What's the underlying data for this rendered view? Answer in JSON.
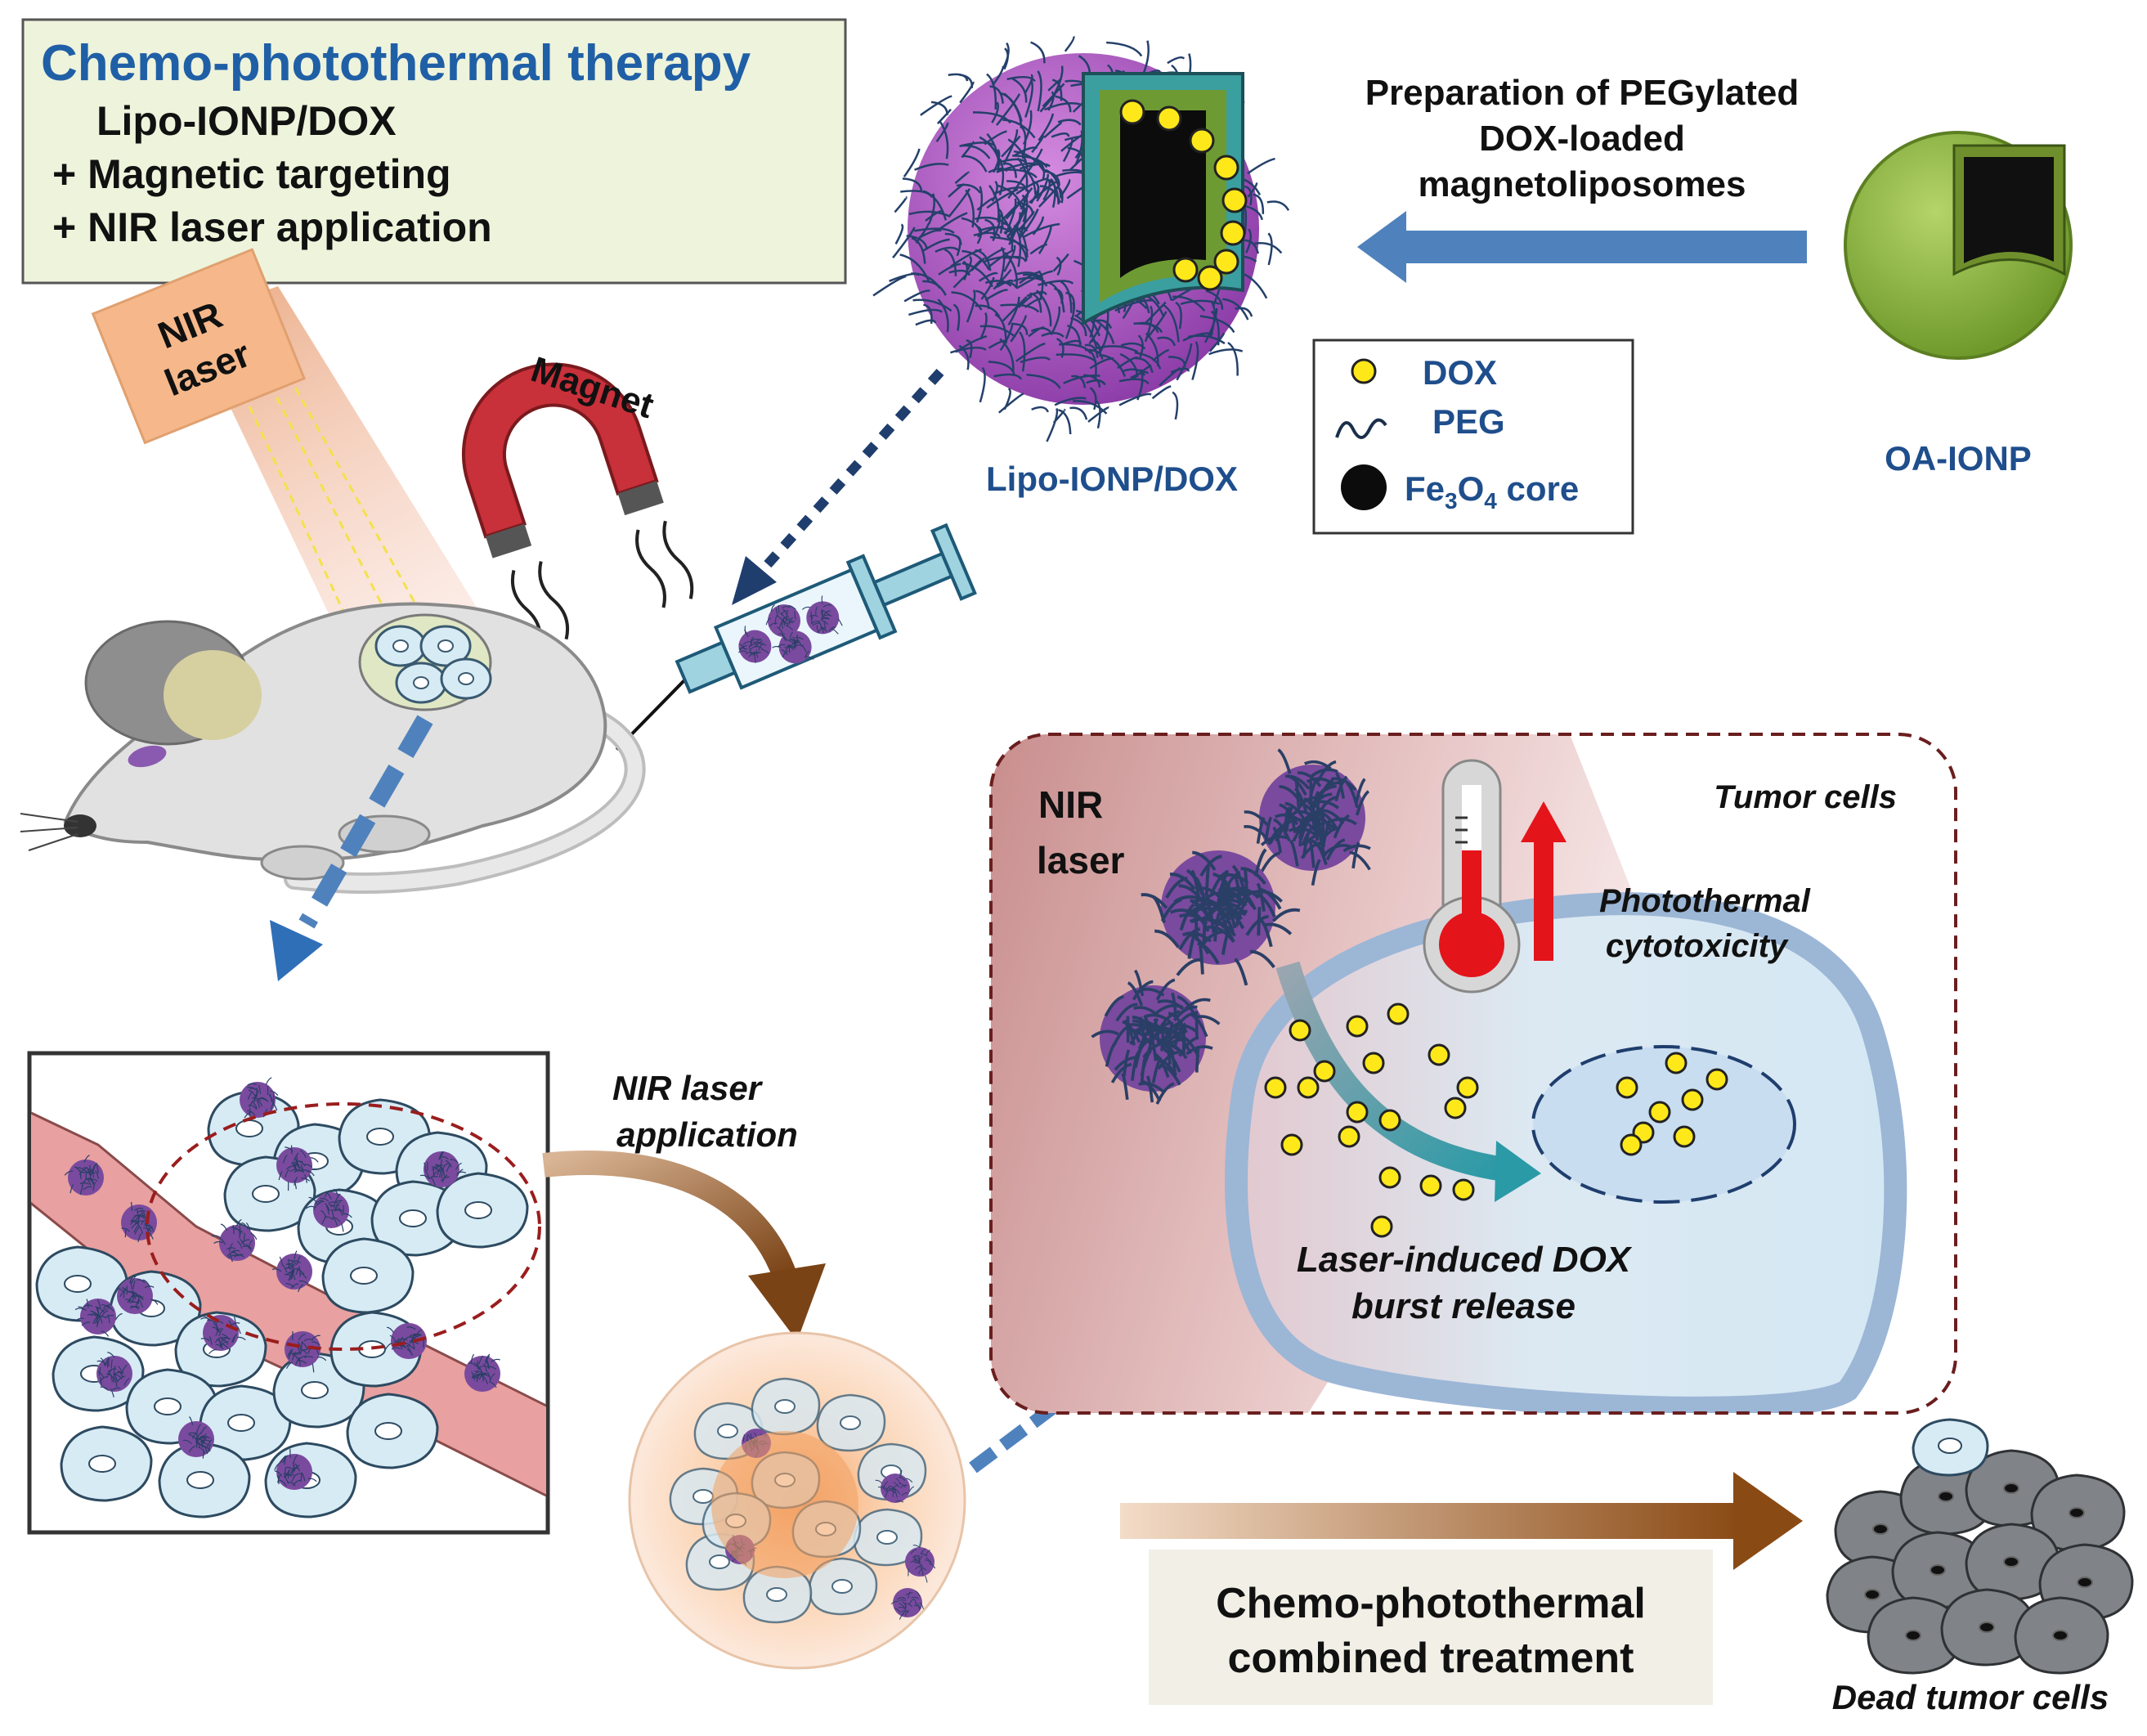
{
  "title_box": {
    "heading": "Chemo-photothermal therapy",
    "line1": "Lipo-IONP/DOX",
    "line2": "+ Magnetic targeting",
    "line3": "+ NIR laser application"
  },
  "preparation": {
    "line1": "Preparation of PEGylated",
    "line2": "DOX-loaded",
    "line3": "magnetoliposomes"
  },
  "labels": {
    "lipo_ionp_dox": "Lipo-IONP/DOX",
    "oa_ionp": "OA-IONP",
    "magnet": "Magnet",
    "nir_laser_line1": "NIR",
    "nir_laser_line2": "laser",
    "nir_app_line1": "NIR laser",
    "nir_app_line2": "application",
    "inset_nir_line1": "NIR",
    "inset_nir_line2": "laser",
    "tumor_cells": "Tumor cells",
    "photothermal_line1": "Photothermal",
    "photothermal_line2": "cytotoxicity",
    "burst_line1": "Laser-induced DOX",
    "burst_line2": "burst release",
    "combined_line1": "Chemo-photothermal",
    "combined_line2": "combined treatment",
    "dead_cells": "Dead tumor cells"
  },
  "legend": {
    "dox": "DOX",
    "peg": "PEG",
    "core_main": "Fe",
    "core_sub1": "3",
    "core_mid": "O",
    "core_sub2": "4",
    "core_end": " core"
  },
  "colors": {
    "heading_blue": "#1f5fa6",
    "label_blue": "#1f4e8c",
    "dox_yellow": "#ffe81a",
    "liposome_purple": "#b84fd0",
    "ionp_green": "#8dbb3f",
    "arrow_blue": "#4f82bd",
    "arrow_brown": "#8a4a14",
    "vessel_pink": "#e8a0a0",
    "cell_blue": "#d7ebf5",
    "dead_gray": "#808387",
    "title_bg": "#eef3dc"
  }
}
